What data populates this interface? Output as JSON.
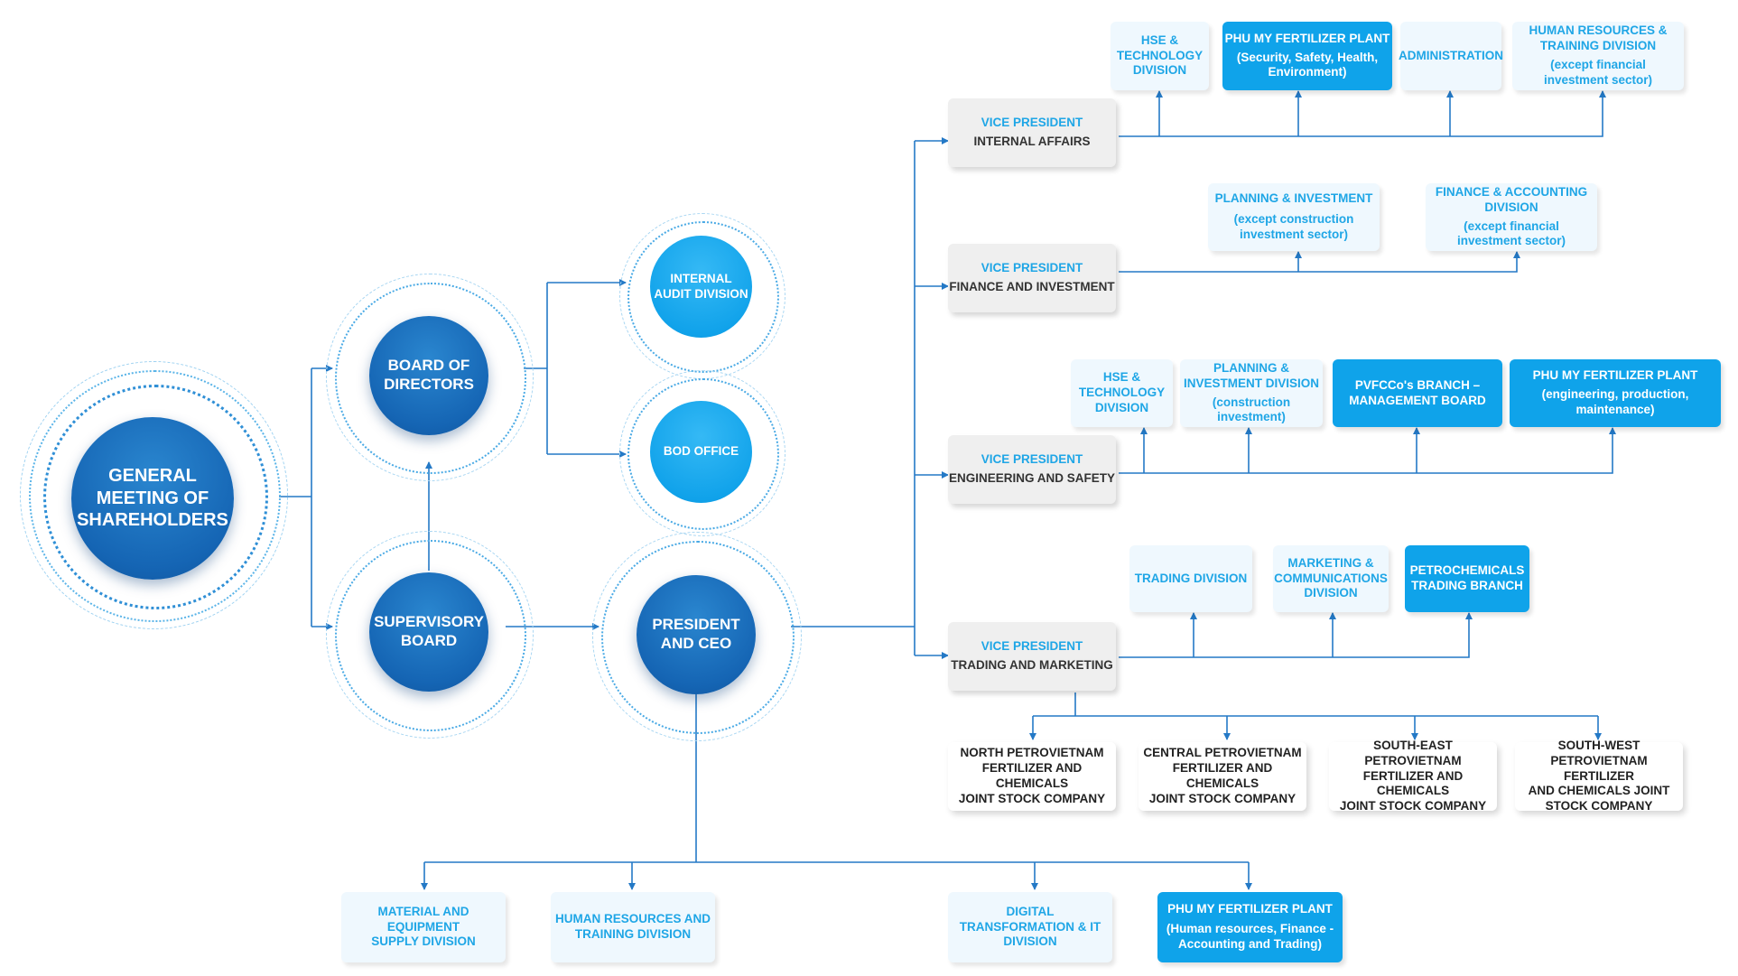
{
  "colors": {
    "line": "#2479c6",
    "light_box": "#eff8fe",
    "solid_box": "#0fa3ea",
    "dark_circle": "#1565b4",
    "bright_circle": "#10a2ea",
    "accent_text": "#1fa6e6"
  },
  "circles": {
    "gms": [
      "GENERAL",
      "MEETING OF",
      "SHAREHOLDERS"
    ],
    "bod": [
      "BOARD OF",
      "DIRECTORS"
    ],
    "supervisory": [
      "SUPERVISORY",
      "BOARD"
    ],
    "ceo": [
      "PRESIDENT",
      "AND CEO"
    ],
    "internal_audit": [
      "INTERNAL",
      "AUDIT DIVISION"
    ],
    "bod_office": [
      "BOD OFFICE"
    ]
  },
  "vps": {
    "internal": [
      "VICE PRESIDENT",
      "INTERNAL AFFAIRS"
    ],
    "finance": [
      "VICE PRESIDENT",
      "FINANCE AND INVESTMENT"
    ],
    "engineering": [
      "VICE PRESIDENT",
      "ENGINEERING AND SAFETY"
    ],
    "trading": [
      "VICE PRESIDENT",
      "TRADING AND MARKETING"
    ]
  },
  "internal_boxes": {
    "hse": [
      "HSE &",
      "TECHNOLOGY",
      "DIVISION"
    ],
    "plant": [
      "PHU MY FERTILIZER PLANT",
      "(Security, Safety, Health,",
      "Environment)"
    ],
    "admin": [
      "ADMINISTRATION"
    ],
    "hr": [
      "HUMAN RESOURCES &",
      "TRAINING DIVISION",
      "(except financial",
      "investment sector)"
    ]
  },
  "finance_boxes": {
    "planning": [
      "PLANNING & INVESTMENT",
      "(except construction",
      "investment sector)"
    ],
    "accounting": [
      "FINANCE & ACCOUNTING",
      "DIVISION",
      "(except  financial",
      "investment sector)"
    ]
  },
  "engineering_boxes": {
    "hse": [
      "HSE &",
      "TECHNOLOGY",
      "DIVISION"
    ],
    "planning": [
      "PLANNING &",
      "INVESTMENT DIVISION",
      "(construction investment)"
    ],
    "branch": [
      "PVFCCo's BRANCH –",
      "MANAGEMENT BOARD"
    ],
    "plant": [
      "PHU MY FERTILIZER PLANT",
      "(engineering, production,",
      "maintenance)"
    ]
  },
  "trading_boxes": {
    "trading": [
      "TRADING DIVISION"
    ],
    "marketing": [
      "MARKETING &",
      "COMMUNICATIONS",
      "DIVISION"
    ],
    "petro": [
      "PETROCHEMICALS",
      "TRADING BRANCH"
    ]
  },
  "subsidiaries": {
    "north": [
      "NORTH PETROVIETNAM",
      "FERTILIZER AND CHEMICALS",
      "JOINT STOCK COMPANY"
    ],
    "central": [
      "CENTRAL PETROVIETNAM",
      "FERTILIZER AND CHEMICALS",
      "JOINT STOCK COMPANY"
    ],
    "southeast": [
      "SOUTH-EAST PETROVIETNAM",
      "FERTILIZER AND CHEMICALS",
      "JOINT STOCK COMPANY"
    ],
    "southwest": [
      "SOUTH-WEST",
      "PETROVIETNAM FERTILIZER",
      "AND CHEMICALS JOINT",
      "STOCK COMPANY"
    ]
  },
  "ceo_boxes": {
    "material": [
      "MATERIAL AND EQUIPMENT",
      "SUPPLY DIVISION"
    ],
    "hr": [
      "HUMAN RESOURCES AND",
      "TRAINING DIVISION"
    ],
    "digital": [
      "DIGITAL",
      "TRANSFORMATION & IT",
      "DIVISION"
    ],
    "plant": [
      "PHU MY FERTILIZER PLANT",
      "(Human resources, Finance -",
      "Accounting and Trading)"
    ]
  }
}
